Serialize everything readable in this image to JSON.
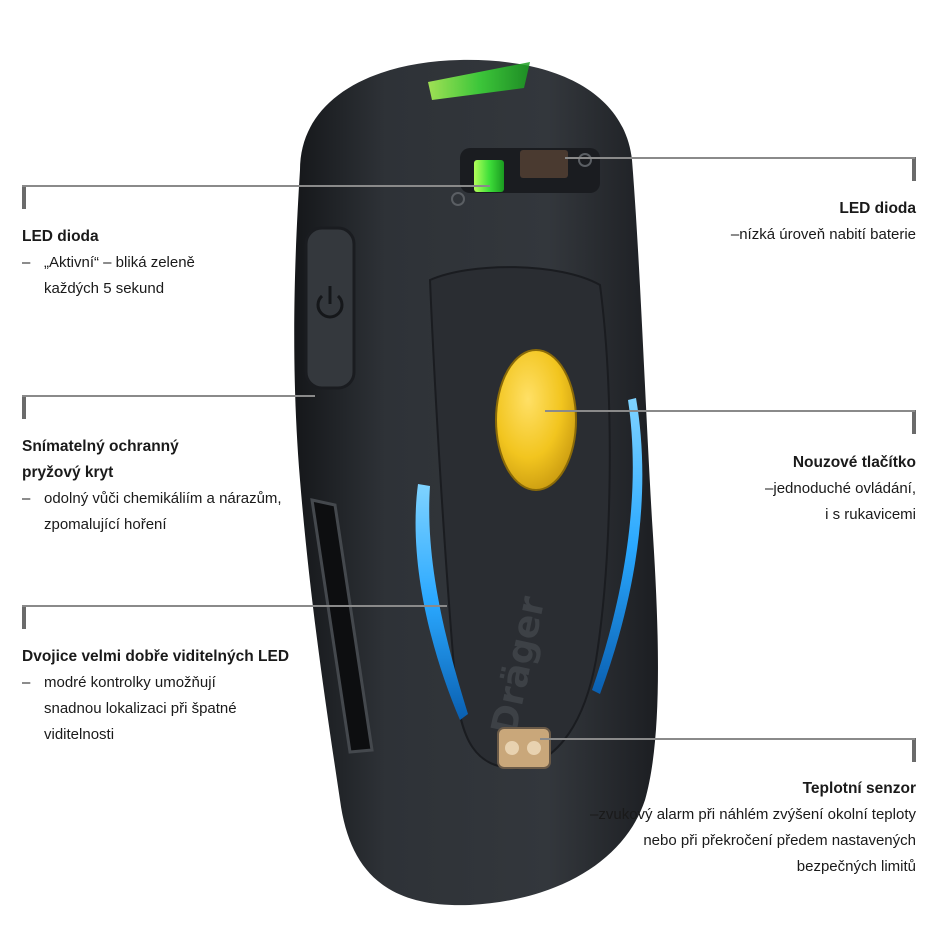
{
  "callouts": {
    "led_active": {
      "title": "LED dioda",
      "items": [
        "„Aktivní“ – bliká zeleně\nkaždých 5 sekund"
      ]
    },
    "cover": {
      "title": "Snímatelný ochranný\npryžový kryt",
      "items": [
        "odolný vůči chemikáliím a nárazům,\nzpomalující hoření"
      ]
    },
    "blue_leds": {
      "title": "Dvojice velmi dobře viditelných LED",
      "items": [
        "modré kontrolky umožňují\nsnadnou lokalizaci při špatné\nviditelnosti"
      ]
    },
    "led_battery": {
      "title": "LED dioda",
      "items": [
        "nízká úroveň nabití baterie"
      ]
    },
    "panic_button": {
      "title": "Nouzové tlačítko",
      "items": [
        "jednoduché ovládání,\ni s rukavicemi"
      ]
    },
    "temp_sensor": {
      "title": "Teplotní senzor",
      "items": [
        "zvukový alarm při náhlém zvýšení okolní teploty\nnebo při překročení předem nastavených\nbezpečných limitů"
      ]
    }
  },
  "device": {
    "brand_text": "Dräger",
    "colors": {
      "body": "#2d3136",
      "body_shade": "#1b1d21",
      "button": "#f2c51f",
      "green_led": "#3fe03a",
      "blue_led": "#2aa8ff",
      "sensor": "#c9a77a"
    }
  }
}
